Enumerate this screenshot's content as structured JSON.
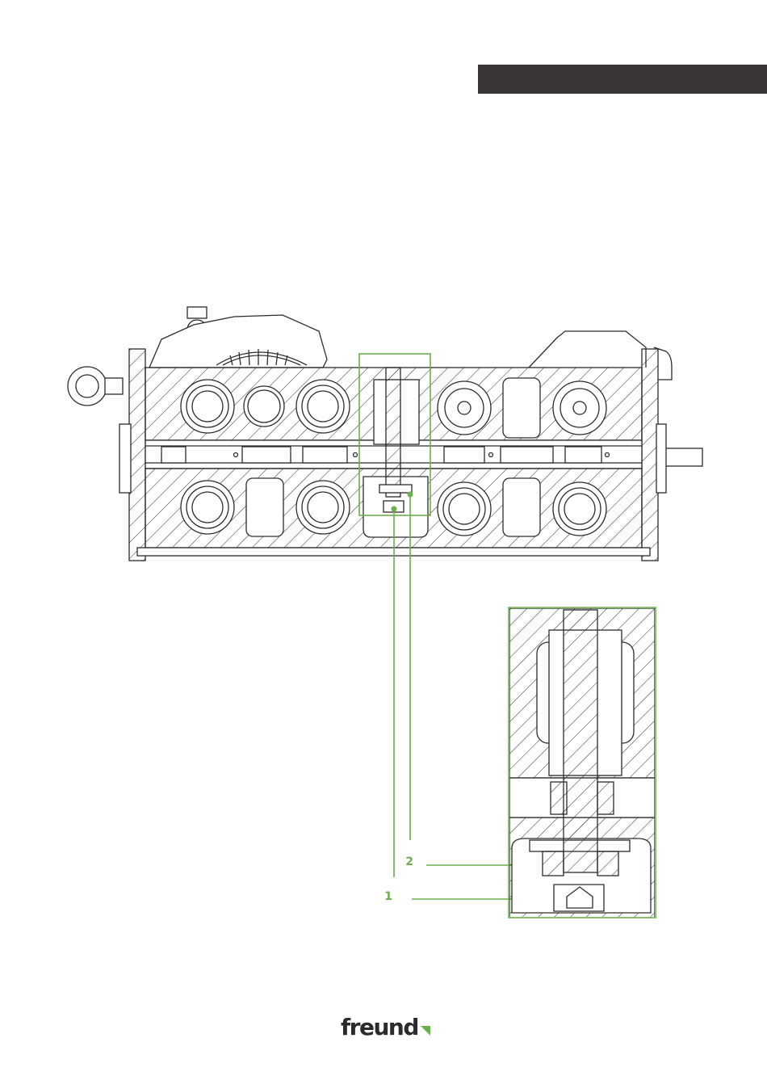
{
  "callouts": [
    {
      "number": "1"
    },
    {
      "number": "2"
    }
  ],
  "brand": {
    "name": "freund",
    "accent": "#6ab04c"
  },
  "colors": {
    "header_bar": "#3a3536",
    "line": "#2d2a2b",
    "highlight": "#6ab04c"
  }
}
